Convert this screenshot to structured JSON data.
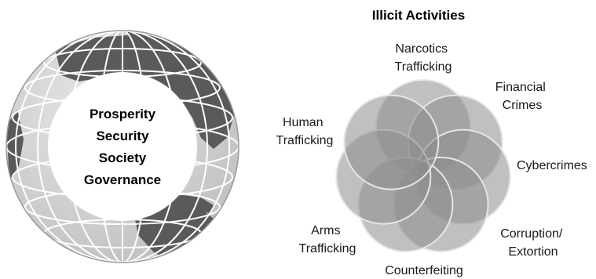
{
  "globe": {
    "lines": [
      "Prosperity",
      "Security",
      "Society",
      "Governance"
    ]
  },
  "activities": {
    "title": "Illicit Activities",
    "items": [
      {
        "key": "narcotics",
        "lines": [
          "Narcotics",
          "Trafficking"
        ]
      },
      {
        "key": "financial",
        "lines": [
          "Financial",
          "Crimes"
        ]
      },
      {
        "key": "cyber",
        "lines": [
          "Cybercrimes"
        ]
      },
      {
        "key": "corruption",
        "lines": [
          "Corruption/",
          "Extortion"
        ]
      },
      {
        "key": "counterfeiting",
        "lines": [
          "Counterfeiting"
        ]
      },
      {
        "key": "arms",
        "lines": [
          "Arms",
          "Trafficking"
        ]
      },
      {
        "key": "human",
        "lines": [
          "Human",
          "Trafficking"
        ]
      }
    ]
  },
  "colors": {
    "ocean": "#d9d9d9",
    "land": "#595959",
    "grid": "#ffffff",
    "petal": "#8c8c8c",
    "petal_stroke": "#e6e6e6"
  }
}
